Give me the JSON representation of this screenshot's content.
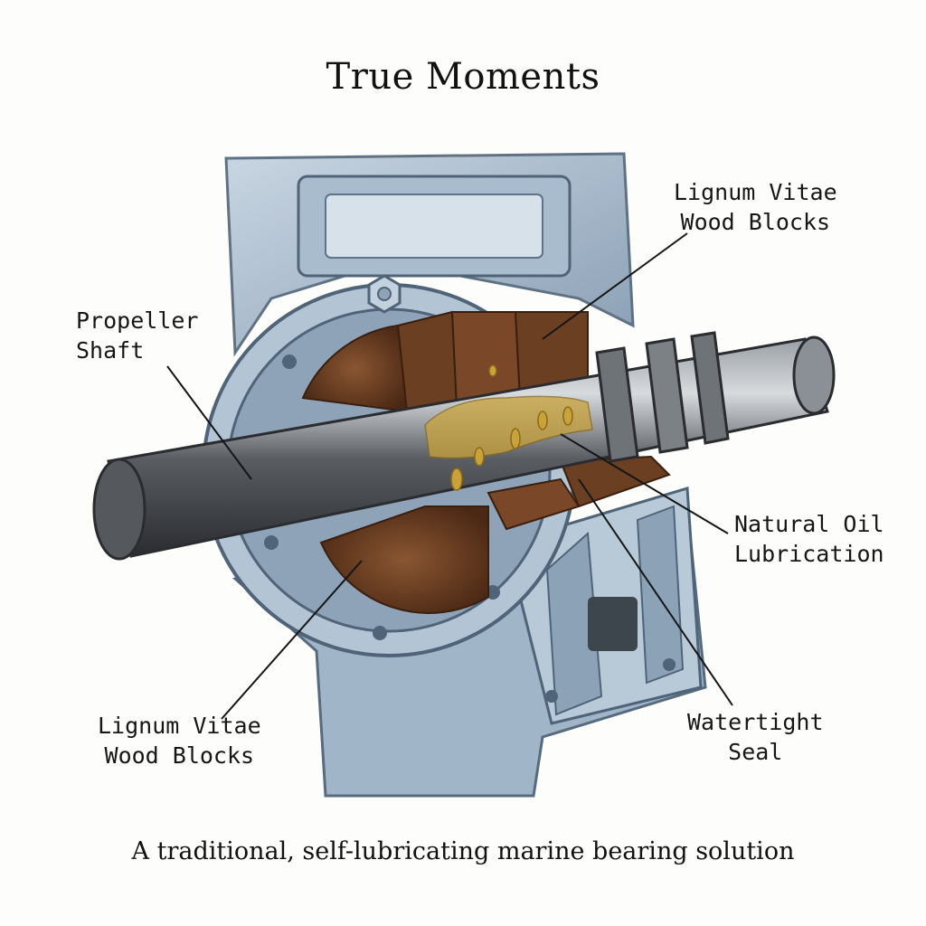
{
  "title": "True Moments",
  "caption": "A traditional, self-lubricating marine bearing solution",
  "labels": {
    "propeller_shaft": [
      "Propeller",
      "Shaft"
    ],
    "wood_blocks_top": [
      "Lignum Vitae",
      "Wood Blocks"
    ],
    "natural_oil": [
      "Natural Oil",
      "Lubrication"
    ],
    "watertight_seal": [
      "Watertight",
      "Seal"
    ],
    "wood_blocks_bottom": [
      "Lignum Vitae",
      "Wood Blocks"
    ]
  },
  "colors": {
    "steel_blue": "#8fa6bd",
    "steel_dark": "#4f6478",
    "shaft": "#5a5d62",
    "wood": "#6b3f22",
    "wood_light": "#8a5631",
    "oil": "#c9a23a"
  }
}
